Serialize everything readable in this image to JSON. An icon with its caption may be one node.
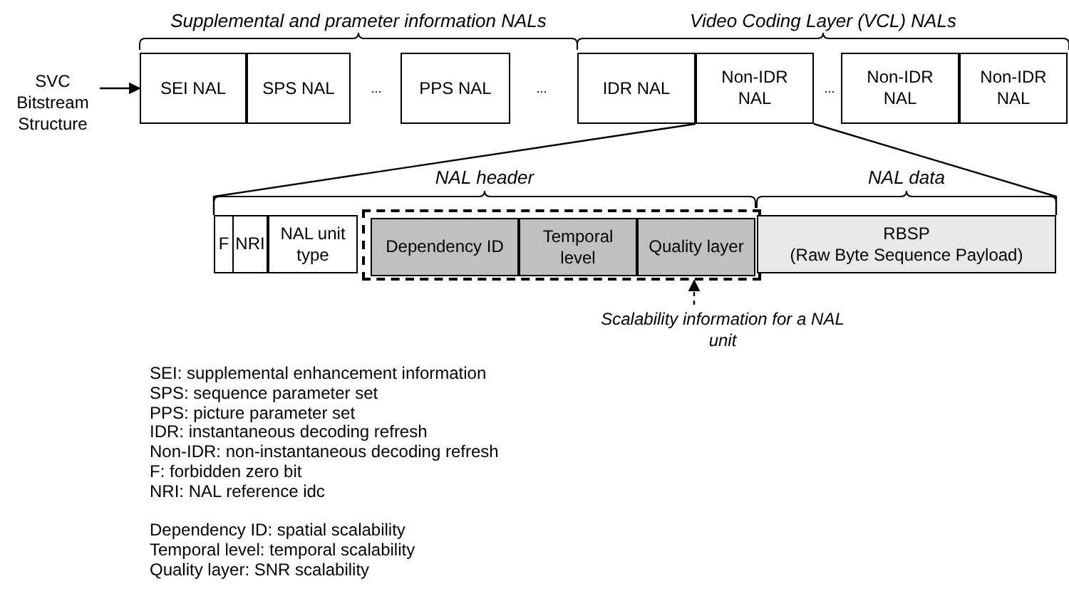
{
  "diagram": {
    "nodes": [
      {
        "text": [
          "SVC Bitstream Structure"
        ]
      },
      {
        "text": [
          "SEI NAL"
        ]
      },
      {
        "text": [
          "SPS NAL"
        ]
      },
      {
        "text": [
          "PPS NAL"
        ]
      },
      {
        "text": [
          "IDR NAL"
        ]
      },
      {
        "text": [
          "Non-IDR NAL"
        ]
      },
      {
        "text": [
          "Non-IDR NAL"
        ]
      },
      {
        "text": [
          "Non-IDR NAL"
        ]
      },
      {
        "text": [
          "F"
        ]
      },
      {
        "text": [
          "NRI"
        ]
      },
      {
        "text": [
          "NAL unit type"
        ]
      },
      {
        "text": [],
        "shape": "box"
      },
      {
        "text": [
          "Dependency ID"
        ],
        "in": 11
      },
      {
        "text": [
          "Temporal level"
        ],
        "in": 11
      },
      {
        "text": [
          "Quality layer"
        ],
        "in": 11
      },
      {
        "text": [
          "RBSP",
          "(Raw Byte Sequence Payload)"
        ]
      },
      {
        "text": [
          "Scalability information for a NAL unit"
        ]
      }
    ],
    "edges": [
      {
        "from": 0,
        "to": 1,
        "arrow": "to"
      },
      {
        "from": 5,
        "to": 8,
        "arrow": "none"
      },
      {
        "from": 5,
        "to": 15,
        "arrow": "none"
      },
      {
        "from": 16,
        "to": 11,
        "arrow": "to",
        "style": "dashed"
      }
    ],
    "labels": [
      "Supplemental and prameter information NALs",
      "Video Coding Layer (VCL) NALs",
      "...",
      "...",
      "...",
      "NAL header",
      "NAL data",
      "SEI: supplemental enhancement information",
      "SPS: sequence parameter set",
      "PPS: picture parameter set",
      "IDR: instantaneous decoding refresh",
      "Non-IDR: non-instantaneous decoding refresh",
      "F: forbidden zero bit",
      "NRI: NAL reference idc",
      "Dependency ID: spatial scalability",
      "Temporal level: temporal scalability",
      "Quality layer: SNR scalability"
    ]
  }
}
